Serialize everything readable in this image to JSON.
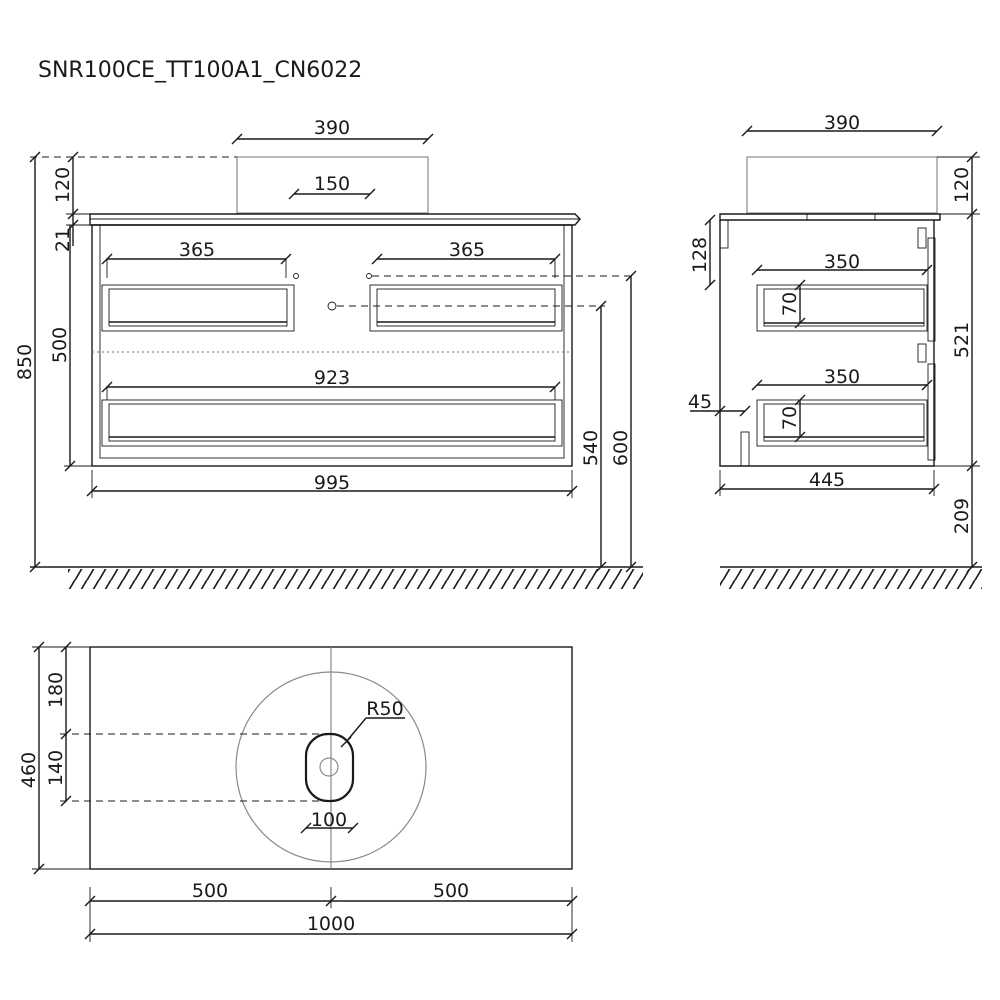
{
  "title": "SNR100CE_TT100A1_CN6022",
  "front_view": {
    "basin_width": "390",
    "basin_height": "120",
    "overflow_width": "150",
    "top_thickness": "21",
    "drawer_height": "500",
    "overall_height": "850",
    "upper_drawer_left": "365",
    "upper_drawer_right": "365",
    "lower_drawer": "923",
    "cabinet_width": "995",
    "drain_height": "540",
    "outlet_height": "600"
  },
  "side_view": {
    "basin_width": "390",
    "basin_height": "120",
    "cabinet_height": "521",
    "top_offset": "128",
    "upper_drawer_depth": "350",
    "upper_drawer_height": "70",
    "lower_drawer_depth": "350",
    "lower_drawer_height": "70",
    "back_offset": "45",
    "cabinet_depth": "445",
    "floor_clearance": "209"
  },
  "top_view": {
    "depth": "460",
    "front_to_drain": "180",
    "drain_length": "140",
    "drain_radius": "R50",
    "drain_width": "100",
    "half_left": "500",
    "half_right": "500",
    "total_width": "1000"
  }
}
